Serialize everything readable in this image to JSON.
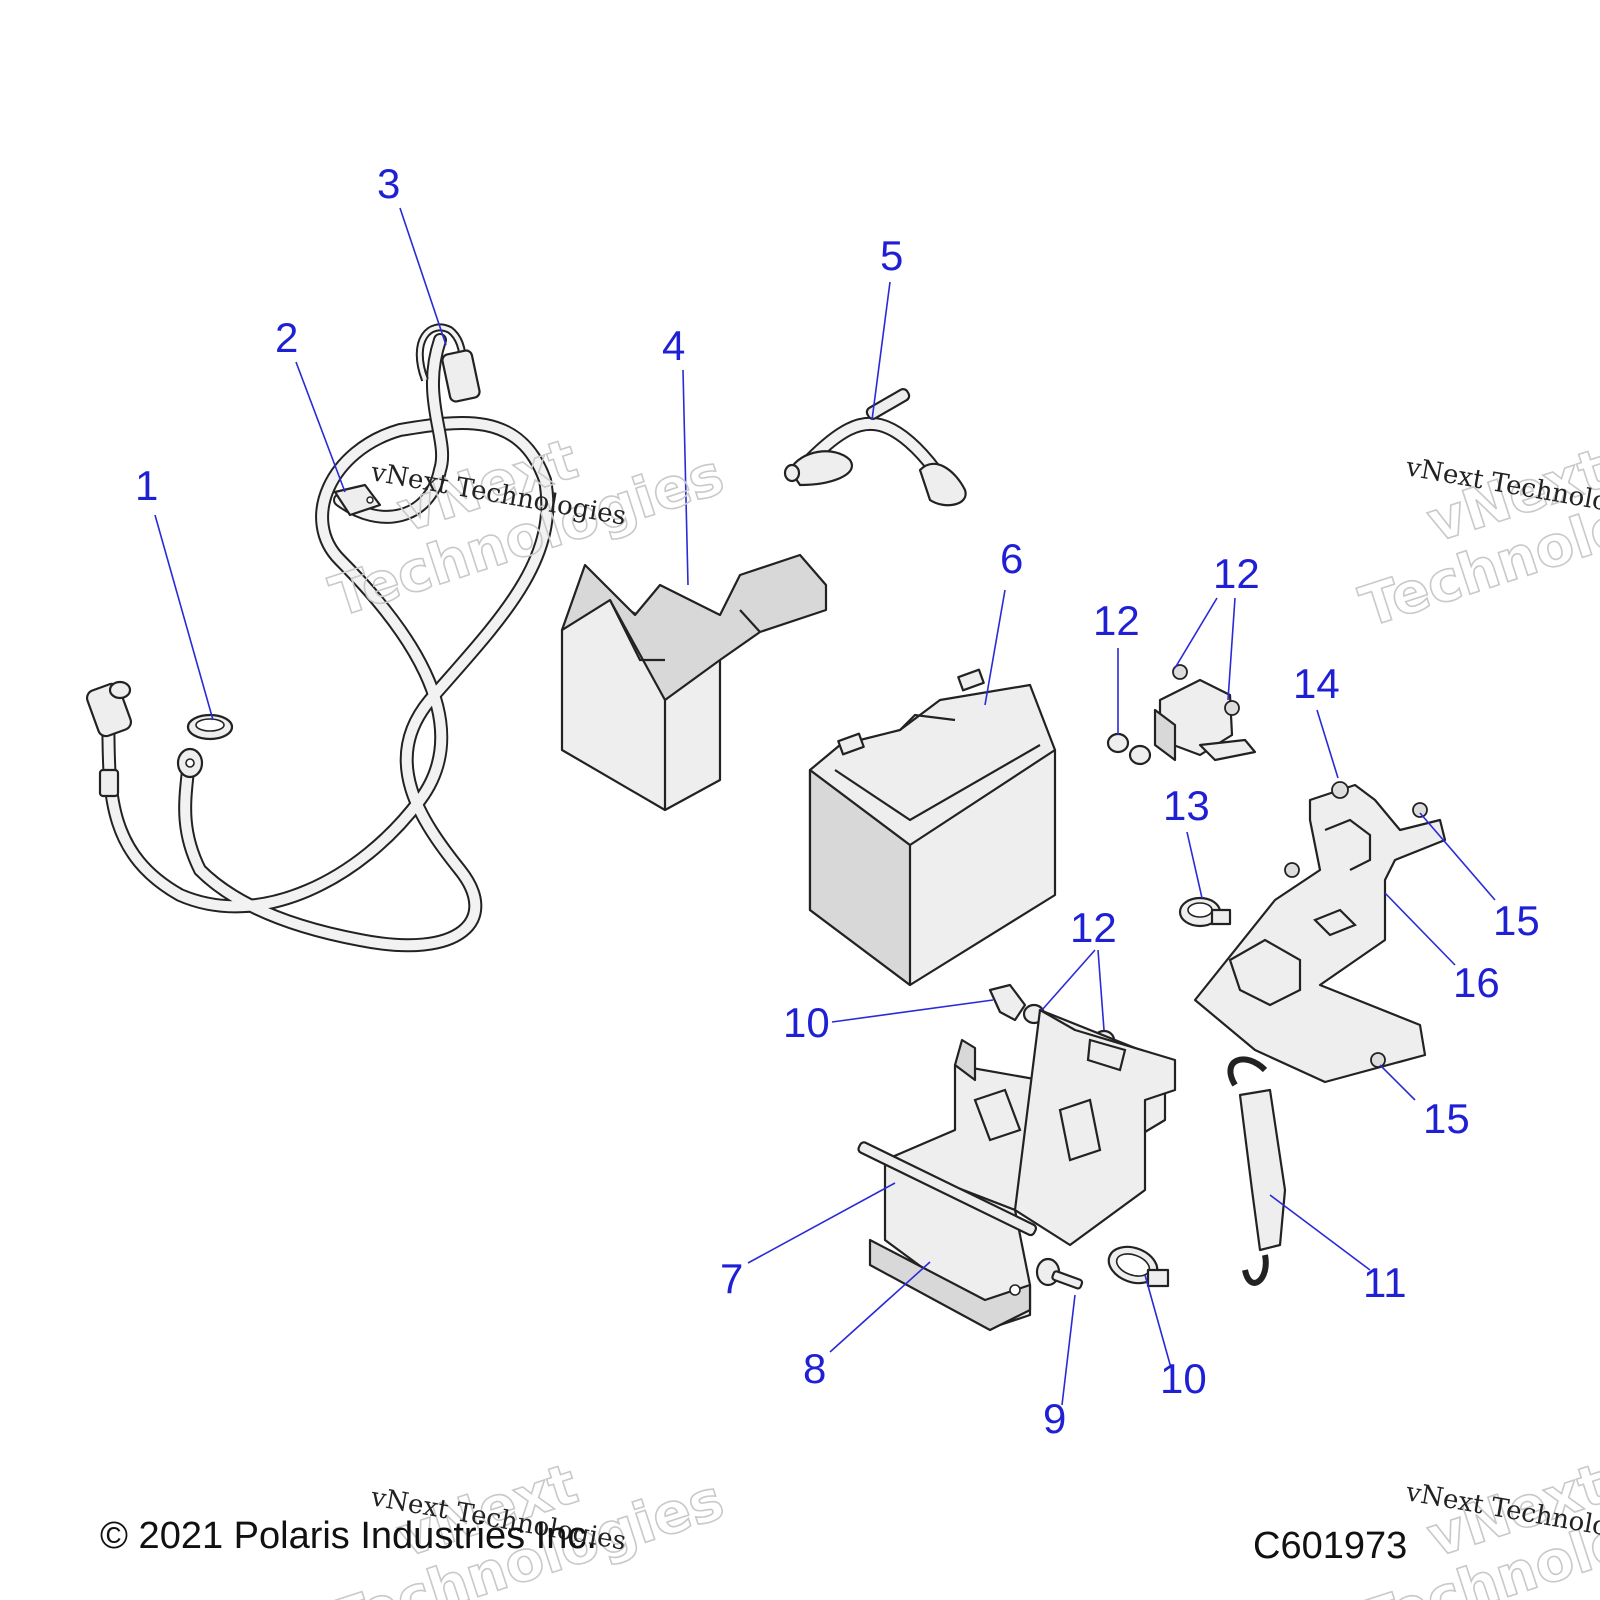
{
  "colors": {
    "callout": "#1f1fd6",
    "leader": "#2a2ad8",
    "ink": "#222222"
  },
  "callouts": [
    {
      "label": "1"
    },
    {
      "label": "2"
    },
    {
      "label": "3"
    },
    {
      "label": "4"
    },
    {
      "label": "5"
    },
    {
      "label": "6"
    },
    {
      "label": "12"
    },
    {
      "label": "12"
    },
    {
      "label": "14"
    },
    {
      "label": "13"
    },
    {
      "label": "15"
    },
    {
      "label": "16"
    },
    {
      "label": "12"
    },
    {
      "label": "10"
    },
    {
      "label": "15"
    },
    {
      "label": "7"
    },
    {
      "label": "11"
    },
    {
      "label": "8"
    },
    {
      "label": "10"
    },
    {
      "label": "9"
    }
  ],
  "watermark": {
    "script": "vNext Technologies",
    "big_line1": "vNext",
    "big_line2": "Technologies"
  },
  "footer": {
    "copyright": "© 2021 Polaris Industries Inc.",
    "code": "C601973"
  }
}
